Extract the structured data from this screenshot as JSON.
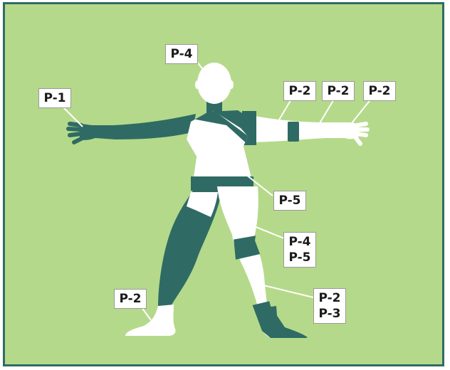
{
  "colors": {
    "panel_bg": "#b5d98a",
    "frame": "#2f6b64",
    "covered": "#2f6b64",
    "uncovered": "#ffffff",
    "leader": "#ffffff"
  },
  "figure": {
    "icon": "human-body-silhouette-icon"
  },
  "labels": {
    "head": [
      "P-4"
    ],
    "left_hand": [
      "P-1"
    ],
    "upper_arm": [
      "P-2"
    ],
    "forearm": [
      "P-2"
    ],
    "right_hand": [
      "P-2"
    ],
    "torso": [
      "P-5"
    ],
    "thigh": [
      "P-4",
      "P-5"
    ],
    "right_lower_leg": [
      "P-2",
      "P-3"
    ],
    "left_foot": [
      "P-2"
    ]
  }
}
